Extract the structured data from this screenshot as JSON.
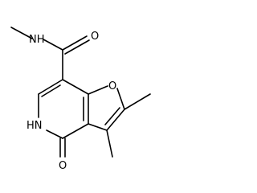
{
  "molecule": {
    "labels": {
      "nh_amide": "NH",
      "o_carbonyl_amide": "O",
      "o_furan": "O",
      "hn_ring": "HN",
      "o_ketone": "O"
    },
    "colors": {
      "bond": "#000000",
      "text": "#000000",
      "background": "#ffffff"
    }
  }
}
